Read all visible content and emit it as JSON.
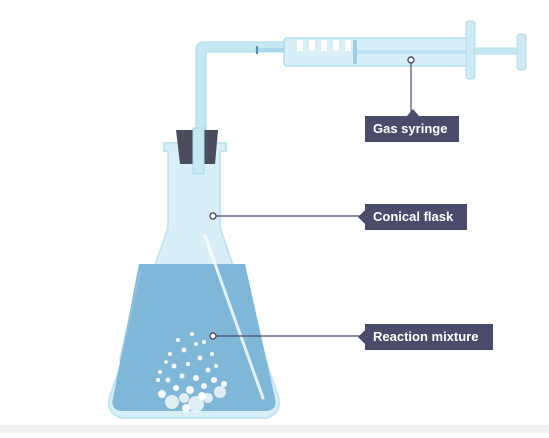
{
  "labels": {
    "gas_syringe": "Gas syringe",
    "conical_flask": "Conical flask",
    "reaction_mixture": "Reaction mixture"
  },
  "colors": {
    "glass_light": "#d8eff8",
    "glass_outline": "#bfe3f2",
    "liquid": "#7fb7d8",
    "liquid_dark": "#6aa8cc",
    "stopper": "#4a4e5c",
    "callout_bg": "#4b4c6b",
    "leader_line": "#4b4c6b",
    "bubble": "#ffffff"
  }
}
